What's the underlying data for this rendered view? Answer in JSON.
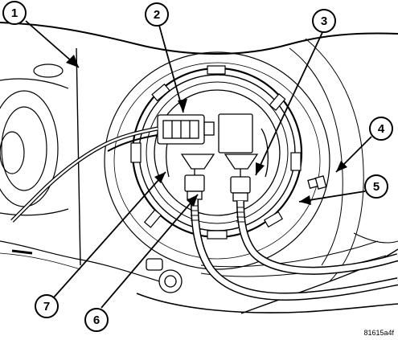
{
  "figure_code": "81615a4f",
  "callouts": [
    {
      "label": "1"
    },
    {
      "label": "2"
    },
    {
      "label": "3"
    },
    {
      "label": "4"
    },
    {
      "label": "5"
    },
    {
      "label": "6"
    },
    {
      "label": "7"
    }
  ]
}
